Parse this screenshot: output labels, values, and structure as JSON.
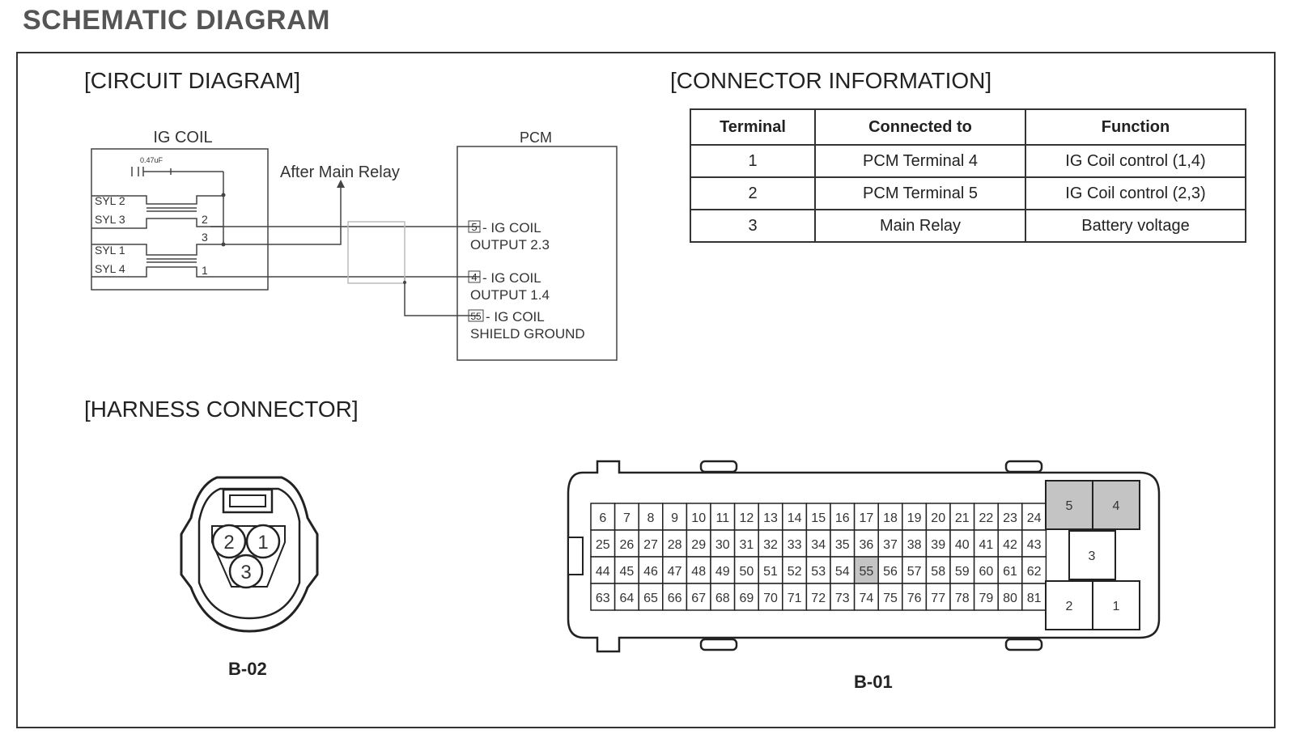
{
  "page_title": "SCHEMATIC DIAGRAM",
  "sections": {
    "circuit": "[CIRCUIT DIAGRAM]",
    "connector_info": "[CONNECTOR INFORMATION]",
    "harness": "[HARNESS CONNECTOR]"
  },
  "circuit": {
    "ig_coil_label": "IG COIL",
    "pcm_label": "PCM",
    "after_main_relay": "After Main Relay",
    "capacitor_label": "0.47uF",
    "coils": [
      "SYL 2",
      "SYL 3",
      "SYL 1",
      "SYL 4"
    ],
    "coil_terminals": [
      "2",
      "3",
      "1"
    ],
    "pcm_pins": [
      {
        "num": "5",
        "line1": "- IG COIL",
        "line2": "OUTPUT 2.3"
      },
      {
        "num": "4",
        "line1": "- IG COIL",
        "line2": "OUTPUT 1.4"
      },
      {
        "num": "55",
        "line1": "- IG COIL",
        "line2": "SHIELD GROUND"
      }
    ]
  },
  "connector_table": {
    "headers": [
      "Terminal",
      "Connected to",
      "Function"
    ],
    "rows": [
      [
        "1",
        "PCM Terminal 4",
        "IG Coil control (1,4)"
      ],
      [
        "2",
        "PCM Terminal 5",
        "IG Coil control (2,3)"
      ],
      [
        "3",
        "Main Relay",
        "Battery voltage"
      ]
    ]
  },
  "connectors": {
    "b02": {
      "label": "B-02",
      "pins": [
        "2",
        "1",
        "3"
      ]
    },
    "b01": {
      "label": "B-01",
      "highlight_pin": "55",
      "grid_rows": [
        [
          "6",
          "7",
          "8",
          "9",
          "10",
          "11",
          "12",
          "13",
          "14",
          "15",
          "16",
          "17",
          "18",
          "19",
          "20",
          "21",
          "22",
          "23",
          "24"
        ],
        [
          "25",
          "26",
          "27",
          "28",
          "29",
          "30",
          "31",
          "32",
          "33",
          "34",
          "35",
          "36",
          "37",
          "38",
          "39",
          "40",
          "41",
          "42",
          "43"
        ],
        [
          "44",
          "45",
          "46",
          "47",
          "48",
          "49",
          "50",
          "51",
          "52",
          "53",
          "54",
          "55",
          "56",
          "57",
          "58",
          "59",
          "60",
          "61",
          "62"
        ],
        [
          "63",
          "64",
          "65",
          "66",
          "67",
          "68",
          "69",
          "70",
          "71",
          "72",
          "73",
          "74",
          "75",
          "76",
          "77",
          "78",
          "79",
          "80",
          "81"
        ]
      ],
      "power_pins": [
        "5",
        "4",
        "3",
        "2",
        "1"
      ]
    }
  }
}
